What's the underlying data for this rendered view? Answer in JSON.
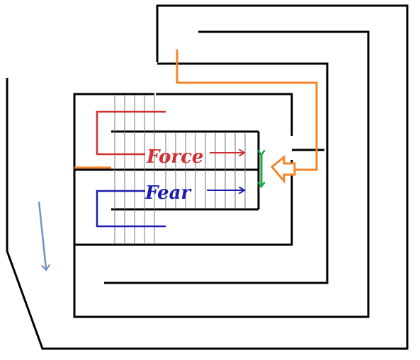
{
  "labels": {
    "force": "Force",
    "fear": "Fear"
  },
  "colors": {
    "wall": "#000000",
    "force": "#d03030",
    "fear": "#1a1ab0",
    "orange": "#f5842a",
    "green": "#1aa84a",
    "down_arrow": "#6f93c0",
    "stair_lines": "#777777"
  },
  "icons": {
    "force_arrow": "right-arrow",
    "fear_arrow": "right-arrow",
    "orange_arrow": "left-hollow-arrow",
    "green_arrow": "double-vertical-arrow",
    "blue_arrow": "down-arrow"
  }
}
